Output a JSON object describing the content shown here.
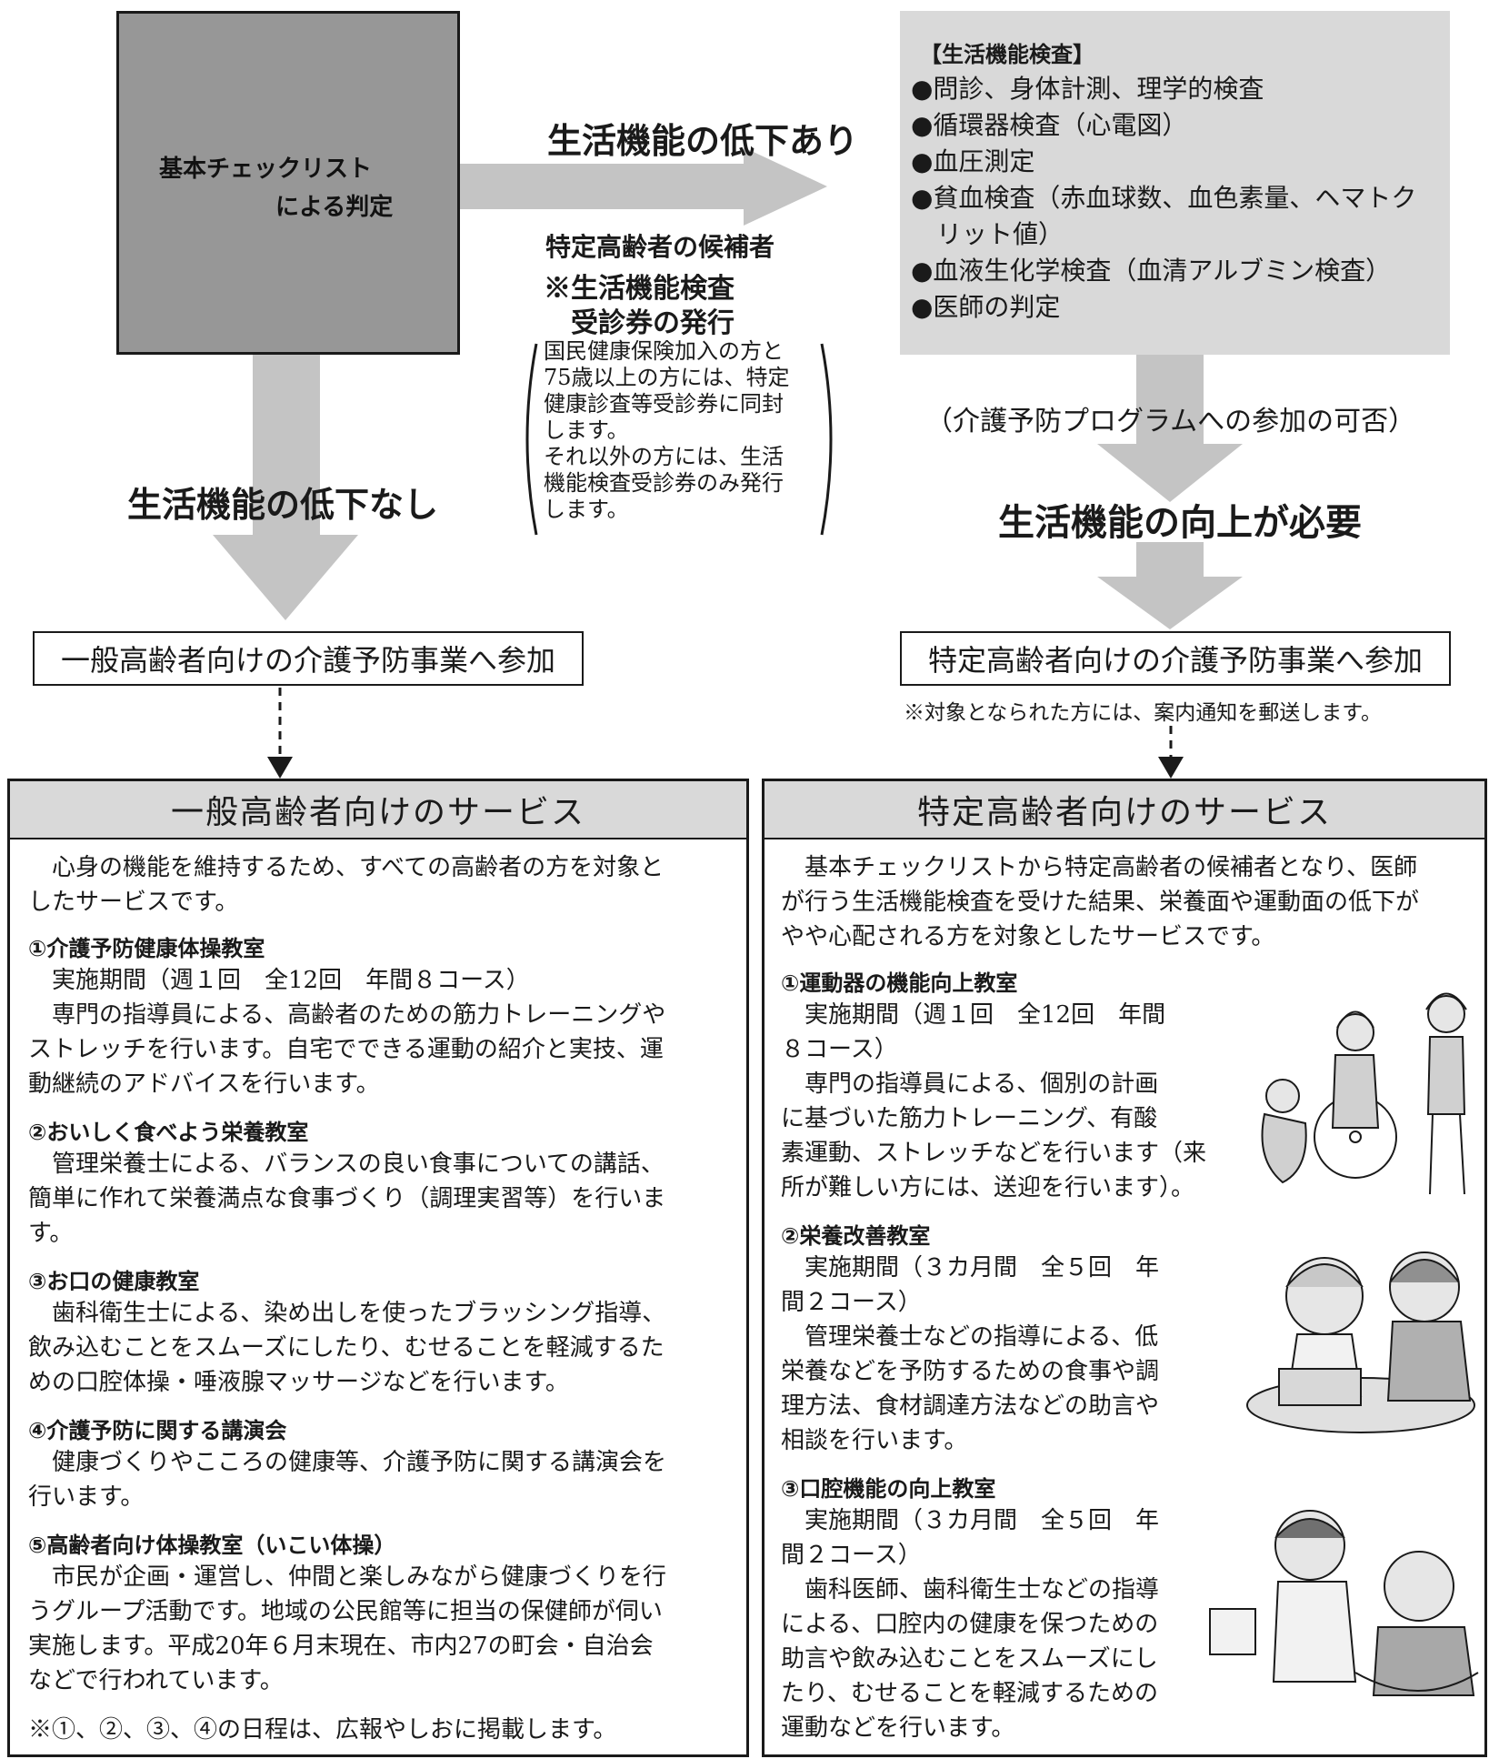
{
  "checklist": {
    "line1": "基本チェックリスト",
    "line2": "による判定"
  },
  "flow": {
    "decline_yes": "生活機能の低下あり",
    "decline_no": "生活機能の低下なし",
    "candidate_title": "特定高齢者の候補者",
    "ticket_line1": "※生活機能検査",
    "ticket_line2": "受診券の発行",
    "note_lines": [
      "国民健康保険加入の方と",
      "75歳以上の方には、特定",
      "健康診査等受診券に同封",
      "します。",
      "それ以外の方には、生活",
      "機能検査受診券のみ発行",
      "します。"
    ],
    "program_question": "（介護予防プログラムへの参加の可否）",
    "improvement_needed": "生活機能の向上が必要"
  },
  "exam": {
    "title": "【生活機能検査】",
    "items": [
      "●問診、身体計測、理学的検査",
      "●循環器検査（心電図）",
      "●血圧測定",
      "●貧血検査（赤血球数、血色素量、ヘマトク",
      "　リット値）",
      "●血液生化学検査（血清アルブミン検査）",
      "●医師の判定"
    ]
  },
  "participation": {
    "general": "一般高齢者向けの介護予防事業へ参加",
    "specific": "特定高齢者向けの介護予防事業へ参加",
    "specific_note": "※対象となられた方には、案内通知を郵送します。"
  },
  "general_service": {
    "heading": "一般高齢者向けのサービス",
    "intro": [
      "　心身の機能を維持するため、すべての高齢者の方を対象と",
      "したサービスです。"
    ],
    "items": [
      {
        "title": "①介護予防健康体操教室",
        "lines": [
          "　実施期間（週１回　全12回　年間８コース）",
          "　専門の指導員による、高齢者のための筋力トレーニングや",
          "ストレッチを行います。自宅でできる運動の紹介と実技、運",
          "動継続のアドバイスを行います。"
        ]
      },
      {
        "title": "②おいしく食べよう栄養教室",
        "lines": [
          "　管理栄養士による、バランスの良い食事についての講話、",
          "簡単に作れて栄養満点な食事づくり（調理実習等）を行いま",
          "す。"
        ]
      },
      {
        "title": "③お口の健康教室",
        "lines": [
          "　歯科衛生士による、染め出しを使ったブラッシング指導、",
          "飲み込むことをスムーズにしたり、むせることを軽減するた",
          "めの口腔体操・唾液腺マッサージなどを行います。"
        ]
      },
      {
        "title": "④介護予防に関する講演会",
        "lines": [
          "　健康づくりやこころの健康等、介護予防に関する講演会を",
          "行います。"
        ]
      },
      {
        "title": "⑤高齢者向け体操教室（いこい体操）",
        "lines": [
          "　市民が企画・運営し、仲間と楽しみながら健康づくりを行",
          "うグループ活動です。地域の公民館等に担当の保健師が伺い",
          "実施します。平成20年６月末現在、市内27の町会・自治会",
          "などで行われています。"
        ]
      }
    ],
    "footnote": "※①、②、③、④の日程は、広報やしおに掲載します。"
  },
  "specific_service": {
    "heading": "特定高齢者向けのサービス",
    "intro": [
      "　基本チェックリストから特定高齢者の候補者となり、医師",
      "が行う生活機能検査を受けた結果、栄養面や運動面の低下が",
      "やや心配される方を対象としたサービスです。"
    ],
    "items": [
      {
        "title": "①運動器の機能向上教室",
        "lines": [
          "　実施期間（週１回　全12回　年間",
          "８コース）",
          "　専門の指導員による、個別の計画",
          "に基づいた筋力トレーニング、有酸",
          "素運動、ストレッチなどを行います（来",
          "所が難しい方には、送迎を行います）。"
        ]
      },
      {
        "title": "②栄養改善教室",
        "lines": [
          "　実施期間（３カ月間　全５回　年",
          "間２コース）",
          "　管理栄養士などの指導による、低",
          "栄養などを予防するための食事や調",
          "理方法、食材調達方法などの助言や",
          "相談を行います。"
        ]
      },
      {
        "title": "③口腔機能の向上教室",
        "lines": [
          "　実施期間（３カ月間　全５回　年",
          "間２コース）",
          "　歯科医師、歯科衛生士などの指導",
          "による、口腔内の健康を保つための",
          "助言や飲み込むことをスムーズにし",
          "たり、むせることを軽減するための",
          "運動などを行います。"
        ]
      }
    ]
  }
}
